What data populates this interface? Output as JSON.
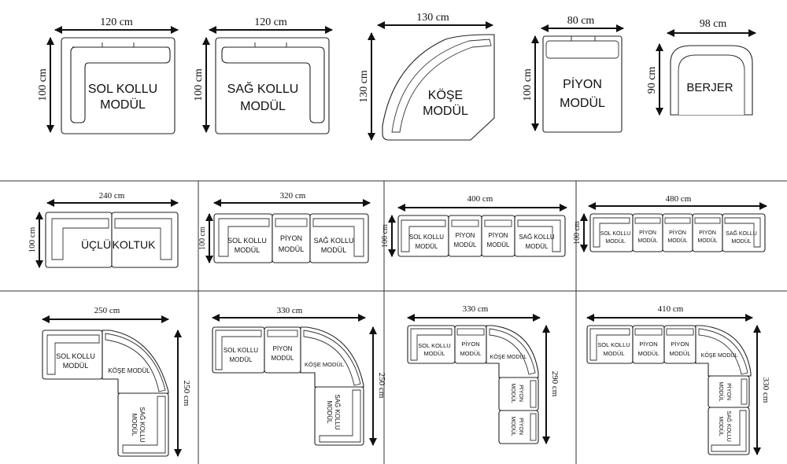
{
  "top": {
    "sol_kollu": {
      "width": "120 cm",
      "height": "100 cm",
      "line1": "SOL KOLLU",
      "line2": "MODÜL"
    },
    "sag_kollu": {
      "width": "120 cm",
      "height": "100 cm",
      "line1": "SAĞ KOLLU",
      "line2": "MODÜL"
    },
    "kose": {
      "width": "130 cm",
      "height": "130 cm",
      "line1": "KÖŞE",
      "line2": "MODÜL"
    },
    "piyon": {
      "width": "80 cm",
      "height": "100 cm",
      "line1": "PİYON",
      "line2": "MODÜL"
    },
    "berjer": {
      "width": "98 cm",
      "height": "90 cm",
      "label": "BERJER"
    }
  },
  "row2": {
    "c1": {
      "width": "240 cm",
      "height": "100 cm",
      "label_a": "ÜÇLÜ",
      "label_b": "KOLTUK"
    },
    "c2": {
      "width": "320 cm",
      "height": "100 cm",
      "m1a": "SOL KOLLU",
      "m1b": "MODÜL",
      "m2a": "PİYON",
      "m2b": "MODÜL",
      "m3a": "SAĞ KOLLU",
      "m3b": "MODÜL"
    },
    "c3": {
      "width": "400 cm",
      "height": "100 cm",
      "m1a": "SOL KOLLU",
      "m1b": "MODÜL",
      "m2a": "PİYON",
      "m2b": "MODÜL",
      "m3a": "PİYON",
      "m3b": "MODÜL",
      "m4a": "SAĞ KOLLU",
      "m4b": "MODÜL"
    },
    "c4": {
      "width": "480 cm",
      "height": "100 cm",
      "m1a": "SOL KOLLU",
      "m1b": "MODÜL",
      "m2a": "PİYON",
      "m2b": "MODÜL",
      "m3a": "PİYON",
      "m3b": "MODÜL",
      "m4a": "PİYON",
      "m4b": "MODÜL",
      "m5a": "SAĞ KOLLU",
      "m5b": "MODÜL"
    }
  },
  "row3": {
    "c1": {
      "width": "250 cm",
      "height": "250 cm",
      "sol_a": "SOL KOLLU",
      "sol_b": "MODÜL",
      "kose": "KÖŞE MODÜL",
      "sag_a": "SAĞ KOLLU",
      "sag_b": "MODÜL"
    },
    "c2": {
      "width": "330 cm",
      "height": "250 cm",
      "sol_a": "SOL KOLLU",
      "sol_b": "MODÜL",
      "piy_a": "PİYON",
      "piy_b": "MODÜL",
      "kose": "KÖŞE MODÜL",
      "sag_a": "SAĞ KOLLU",
      "sag_b": "MODÜL"
    },
    "c3": {
      "width": "330 cm",
      "height": "290 cm",
      "sol_a": "SOL KOLLU",
      "sol_b": "MODÜL",
      "piy_a": "PİYON",
      "piy_b": "MODÜL",
      "kose": "KÖŞE MODÜL",
      "vp_a": "PİYON",
      "vp_b": "MODÜL",
      "vp2_a": "PİYON",
      "vp2_b": "MODÜL"
    },
    "c4": {
      "width": "410 cm",
      "height": "330 cm",
      "sol_a": "SOL KOLLU",
      "sol_b": "MODÜL",
      "piy_a": "PİYON",
      "piy_b": "MODÜL",
      "piy2_a": "PİYON",
      "piy2_b": "MODÜL",
      "kose": "KÖŞE MODÜL",
      "vp_a": "PİYON",
      "vp_b": "MODÜL",
      "sag_a": "SAĞ KOLLU",
      "sag_b": "MODÜL"
    }
  }
}
